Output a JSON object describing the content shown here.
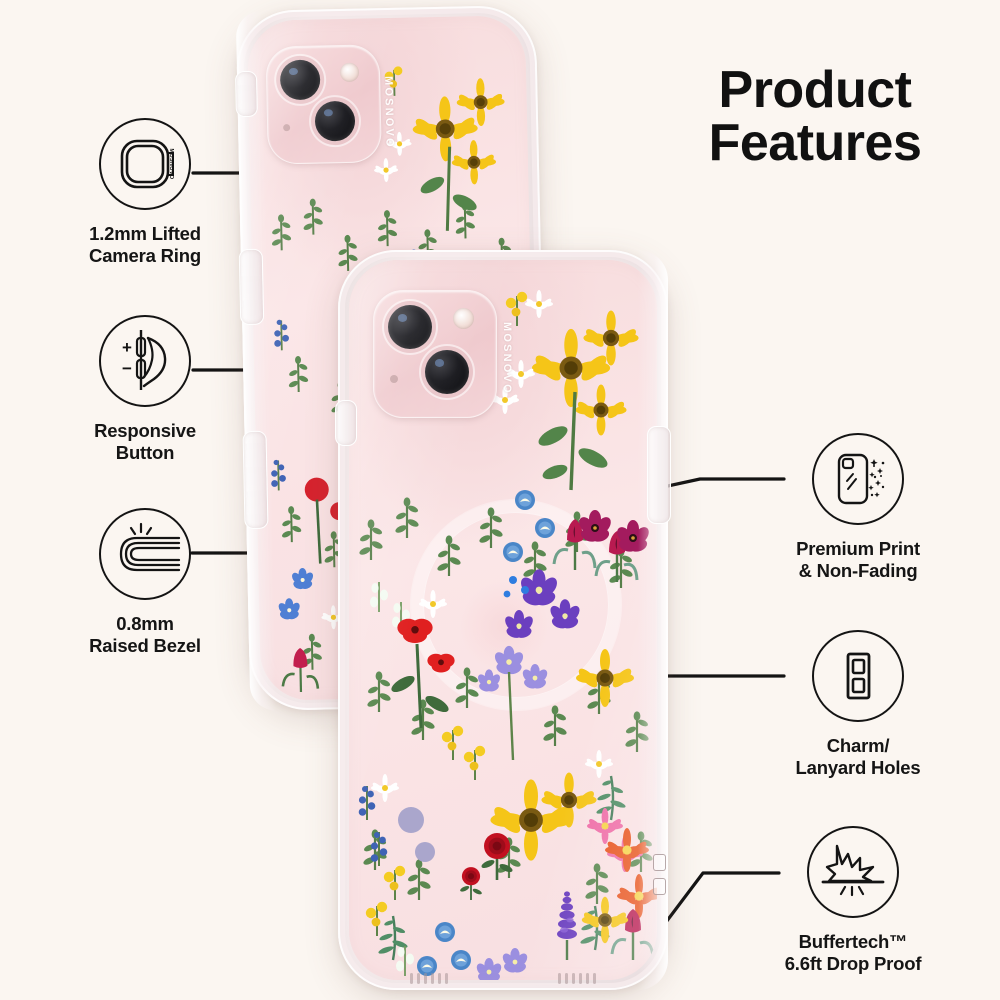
{
  "title": {
    "line1": "Product",
    "line2": "Features"
  },
  "brand": "MOSNOVO",
  "colors": {
    "background_light": "#fbf6f1",
    "background_warm": "#ecc bad",
    "ink": "#141414",
    "case_pink": "#f7dcdd",
    "case_clear": "#f3e9ea"
  },
  "features": [
    {
      "id": "camera-ring",
      "icon": "camera-ring-icon",
      "label": "1.2mm Lifted\nCamera Ring",
      "label_line1": "1.2mm Lifted",
      "label_line2": "Camera Ring",
      "side": "left"
    },
    {
      "id": "responsive-button",
      "icon": "responsive-button-icon",
      "label": "Responsive\nButton",
      "label_line1": "Responsive",
      "label_line2": "Button",
      "side": "left"
    },
    {
      "id": "raised-bezel",
      "icon": "raised-bezel-icon",
      "label": "0.8mm\nRaised Bezel",
      "label_line1": "0.8mm",
      "label_line2": "Raised Bezel",
      "side": "left"
    },
    {
      "id": "premium-print",
      "icon": "premium-print-icon",
      "label": "Premium Print\n& Non-Fading",
      "label_line1": "Premium Print",
      "label_line2": "& Non-Fading",
      "side": "right"
    },
    {
      "id": "charm-lanyard-holes",
      "icon": "lanyard-holes-icon",
      "label": "Charm/\nLanyard Holes",
      "label_line1": "Charm/",
      "label_line2": "Lanyard Holes",
      "side": "right"
    },
    {
      "id": "drop-proof",
      "icon": "impact-burst-icon",
      "label": "Buffertech™\n6.6ft Drop Proof",
      "label_line1": "Buffertech™",
      "label_line2": "6.6ft Drop Proof",
      "side": "right"
    }
  ],
  "product": {
    "type": "clear-phone-case",
    "pattern": "wildflower-floral",
    "device_color": "pink",
    "views": [
      {
        "id": "back-view",
        "rotation": "tilted"
      },
      {
        "id": "front-view",
        "rotation": "flat"
      }
    ]
  }
}
